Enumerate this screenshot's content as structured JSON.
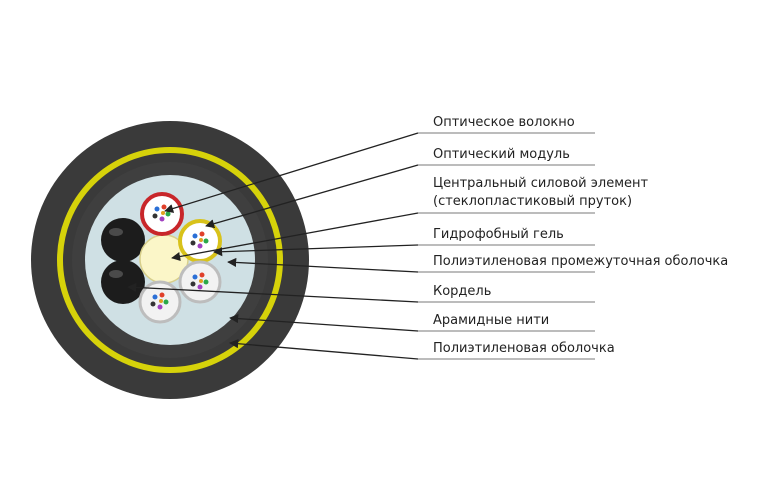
{
  "colors": {
    "outer_sheath": "#3a3a3a",
    "aramid_ring": "#d6d20a",
    "inner_sheath": "#3f3f3f",
    "core_fill": "#cfe0e4",
    "central_member": "#fbf6c8",
    "filler_cord": "#1c1c1c",
    "red_module": "#c8262a",
    "yellow_module": "#d8c21a",
    "white_module": "#f2f2f2",
    "leader_line": "#222222"
  },
  "labels": [
    "Оптическое волокно",
    "Оптический модуль",
    "Центральный силовой элемент",
    "(стеклопластиковый пруток)",
    "Гидрофобный гель",
    "Полиэтиленовая промежуточная оболочка",
    "Кордель",
    "Арамидные нити",
    "Полиэтиленовая оболочка"
  ]
}
